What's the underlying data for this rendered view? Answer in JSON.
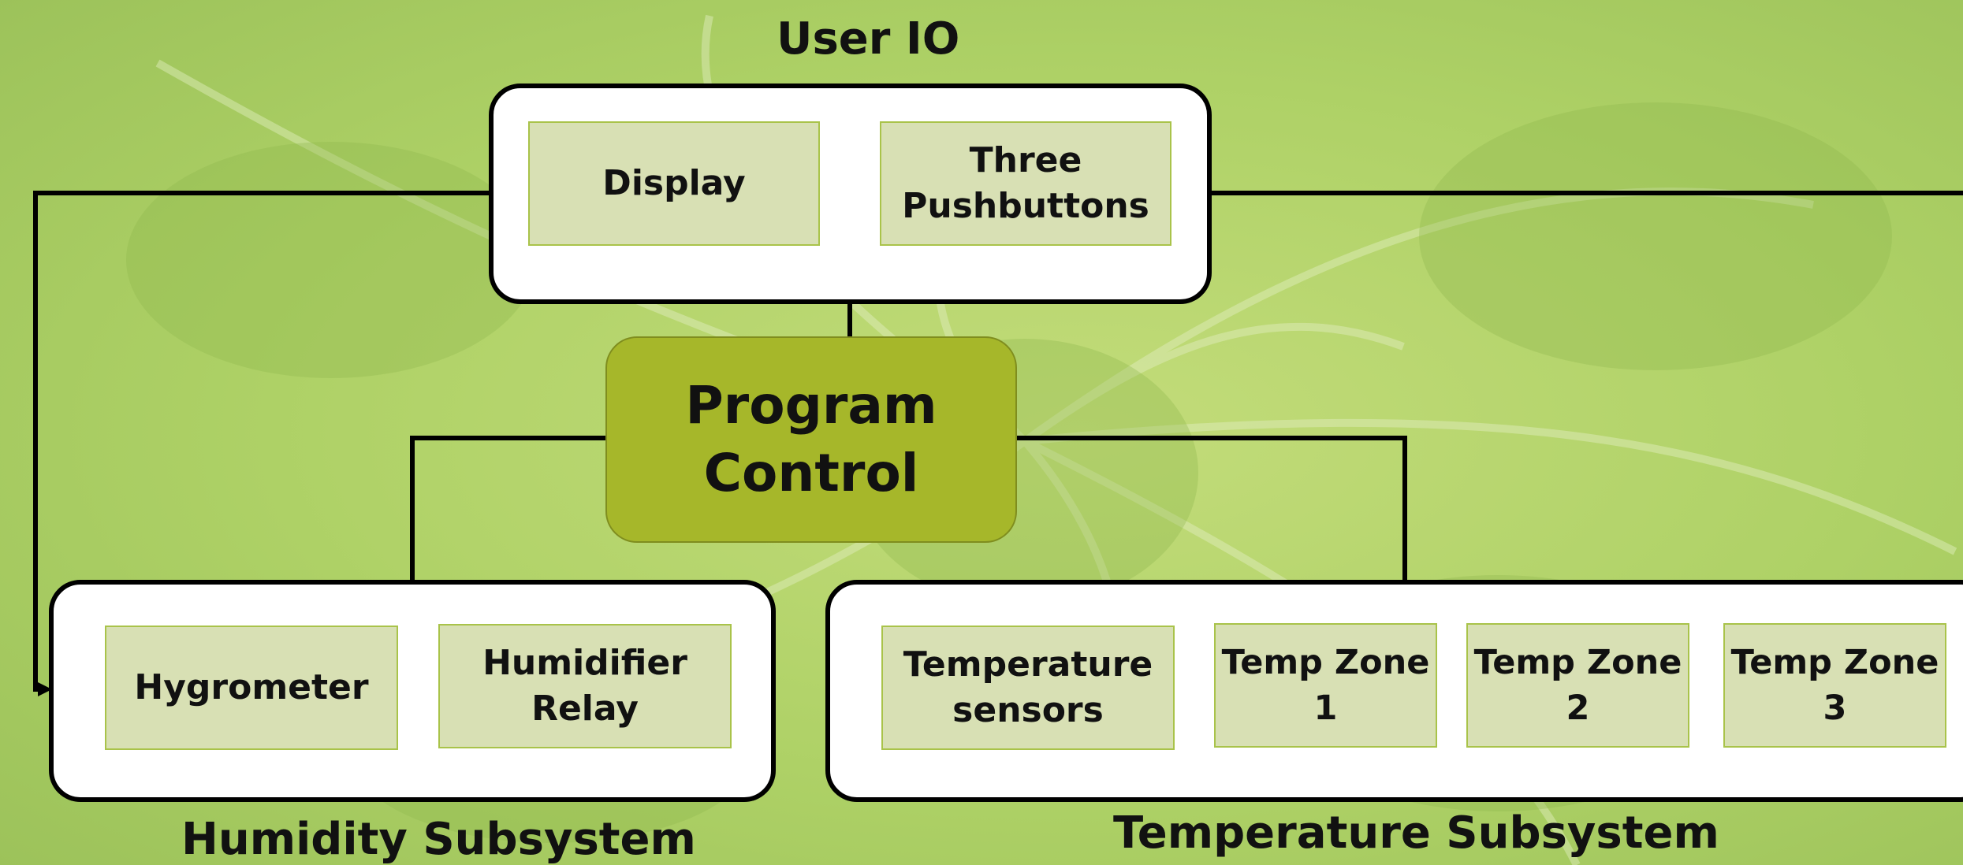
{
  "colors": {
    "background": "#b6d46a",
    "panel_fill": "#ffffff",
    "panel_border": "#000000",
    "box_fill": "#d8e0b4",
    "box_border": "#a9c34a",
    "center_fill": "#a6b72a",
    "connector": "#000000"
  },
  "user_io": {
    "title": "User IO",
    "display": "Display",
    "pushbuttons": "Three\nPushbuttons"
  },
  "center": {
    "label": "Program\nControl"
  },
  "humidity": {
    "title": "Humidity Subsystem",
    "hygrometer": "Hygrometer",
    "relay": "Humidifier\nRelay"
  },
  "temperature": {
    "title": "Temperature Subsystem",
    "sensors": "Temperature\nsensors",
    "zone1": "Temp Zone 1",
    "zone2": "Temp Zone 2",
    "zone3": "Temp Zone 3"
  }
}
